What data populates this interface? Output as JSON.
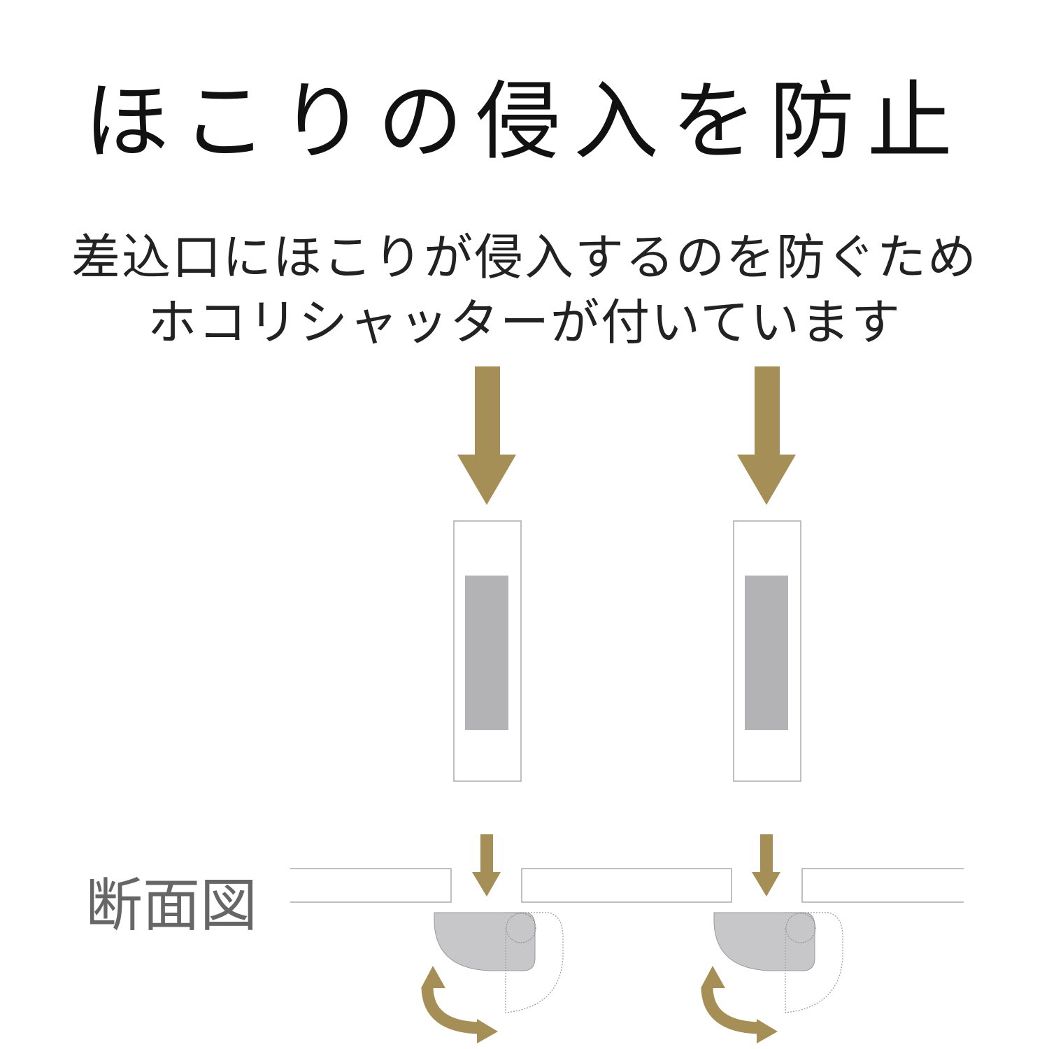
{
  "title": "ほこりの侵入を防止",
  "description_lines": [
    "差込口にほこりが侵入するのを防ぐため",
    "ホコリシャッターが付いています"
  ],
  "section_label": "断面図",
  "colors": {
    "arrow": "#a68f57",
    "slot": "#b3b3b6",
    "shutter": "#c7c7ca",
    "outline": "#aaaaaa"
  }
}
